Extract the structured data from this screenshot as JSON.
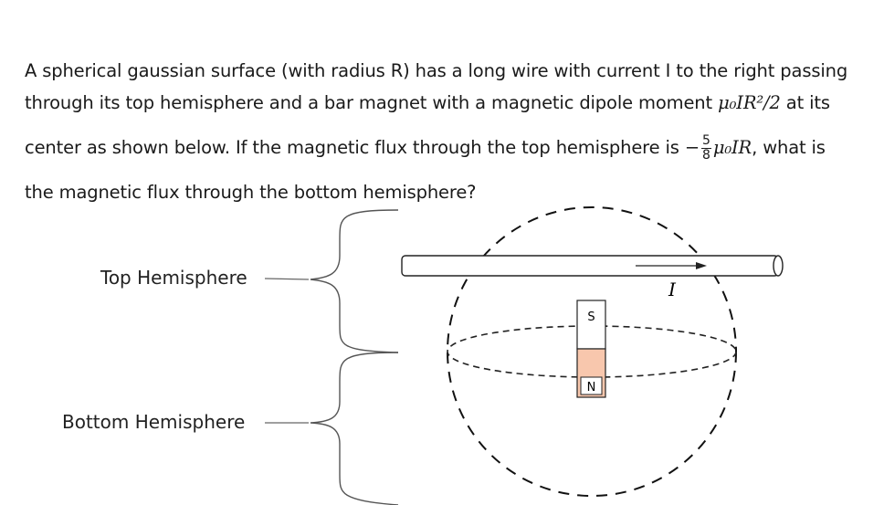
{
  "question": {
    "line1": "A spherical gaussian surface (with radius R) has a long wire with current I to the right passing",
    "line2_prefix": "through its top hemisphere and a bar magnet with a magnetic dipole moment",
    "line2_formula": "μ₀IR²/2",
    "line2_suffix": "at its",
    "line3_prefix": "center as shown below. If the magnetic flux through the top hemisphere is",
    "line3_formula_sign": "−",
    "line3_formula_num": "5",
    "line3_formula_den": "8",
    "line3_formula_rest": "μ₀IR",
    "line3_suffix": ", what is",
    "line4": "the magnetic flux through the bottom hemisphere?"
  },
  "diagram": {
    "top_label": "Top Hemisphere",
    "bottom_label": "Bottom Hemisphere",
    "current_label": "I",
    "magnet_south": "S",
    "magnet_north": "N",
    "magnet_north_color": "#f8c7ad"
  }
}
